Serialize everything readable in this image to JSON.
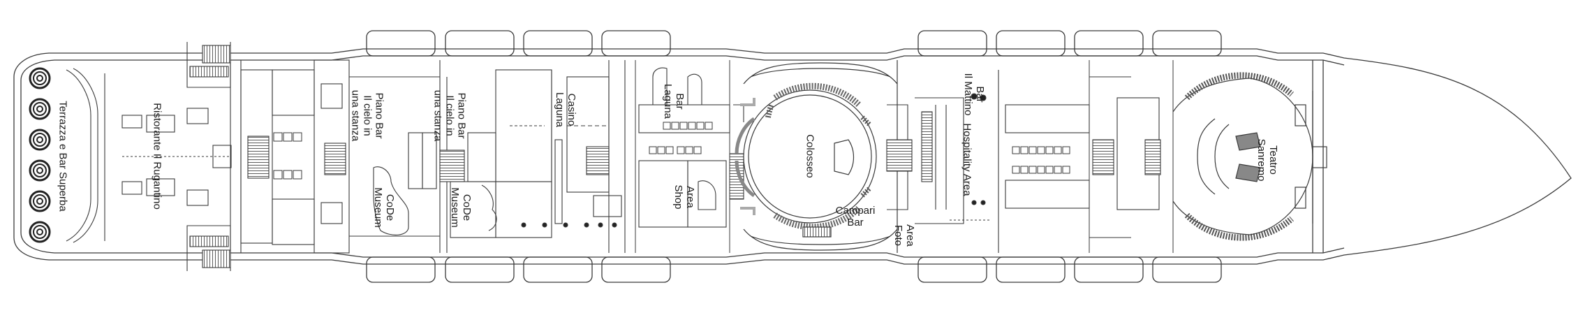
{
  "deck_plan": {
    "labels": {
      "terrazza": "Terrazza e Bar Superba",
      "rugantino": "Ristorante Il Rugantino",
      "piano_bar_1": [
        "Piano Bar",
        "Il cielo in",
        "una stanza"
      ],
      "code_museum_1": [
        "CoDe",
        "Museum"
      ],
      "piano_bar_2": [
        "Piano Bar",
        "Il cielo in",
        "una stanza"
      ],
      "code_museum_2": [
        "CoDe",
        "Museum"
      ],
      "casino": [
        "Casino",
        "Laguna"
      ],
      "bar_laguna": [
        "Bar",
        "Laguna"
      ],
      "area_shop": [
        "Area",
        "Shop"
      ],
      "colosseo": "Colosseo",
      "campari_bar": [
        "Campari",
        "Bar"
      ],
      "area_foto": [
        "Area",
        "Foto"
      ],
      "bar_mattino": [
        "Bar",
        "Il Mattino"
      ],
      "hospitality": "Hospitality Area",
      "teatro": [
        "Teatro",
        "Sanremo"
      ]
    },
    "colors": {
      "line": "#3a3a3a",
      "dark": "#222222",
      "background": "#ffffff"
    }
  }
}
